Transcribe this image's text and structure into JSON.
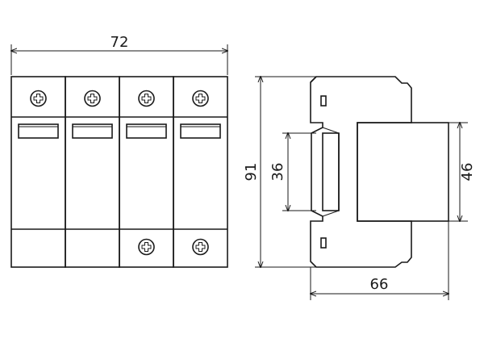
{
  "front_view": {
    "width_dim": "72",
    "modules": 4,
    "bottom_screw_modules": [
      2,
      3
    ]
  },
  "side_view": {
    "height_dim": "91",
    "rail_dim": "36",
    "body_dim": "46",
    "depth_dim": "66"
  },
  "colors": {
    "stroke": "#1a1a1a",
    "background": "#ffffff"
  }
}
